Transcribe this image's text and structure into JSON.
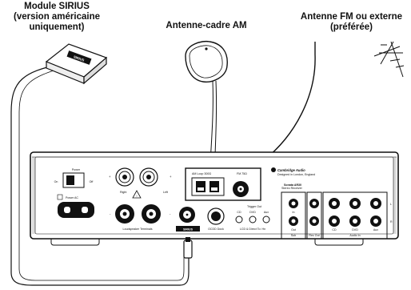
{
  "labels": {
    "sirius_module_line1": "Module SIRIUS",
    "sirius_module_line2": "(version américaine",
    "sirius_module_line3": "uniquement)",
    "am_antenna": "Antenne-cadre AM",
    "fm_antenna_line1": "Antenne FM ou externe",
    "fm_antenna_line2": "(préférée)"
  },
  "device": {
    "brand": "Cambridge Audio",
    "brand_sub": "Designed in London, England",
    "model": "Sonata AR30",
    "model_sub": "Stereo Receiver",
    "sirius_logo": "SIRIUS",
    "power": "Power",
    "on": "On",
    "off": "Off",
    "power_ac": "Power AC",
    "right": "Right",
    "left": "Left",
    "plus": "+",
    "minus": "-",
    "loudspeaker_terminals": "Loudspeaker Terminals",
    "am_loop": "AM Loop 300Ω",
    "fm": "FM 75Ω",
    "trigger_out": "Trigger Out",
    "trigger_labels": [
      "CD",
      "DVD",
      "Aux"
    ],
    "link_to": "LCD & Direct To: Hn",
    "ocdd_dock": "OCDD Dock",
    "in": "In",
    "out": "Out",
    "sub": "Sub",
    "rec_out": "Rec Out",
    "audio_in": "Audio In",
    "jack_labels": [
      "CD",
      "DVD",
      "Aux"
    ],
    "l": "L",
    "r": "R"
  },
  "module_logo": "SIRIUS"
}
